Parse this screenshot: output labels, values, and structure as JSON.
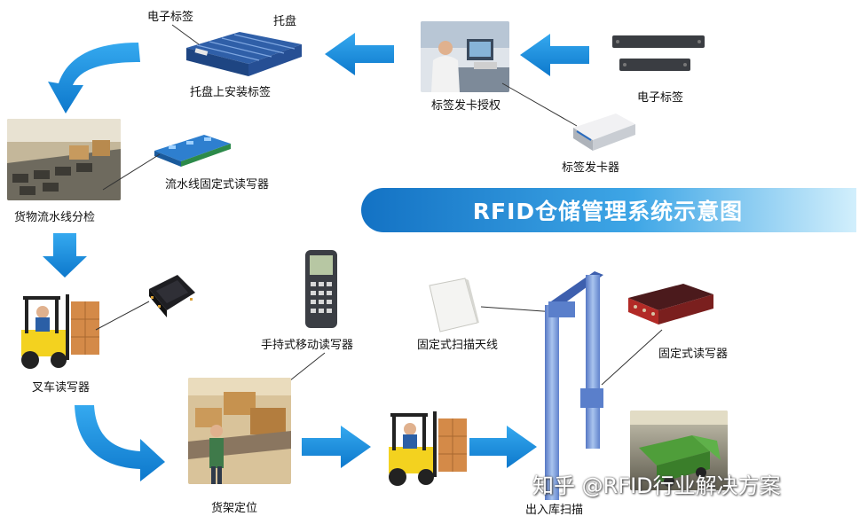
{
  "title": "RFID仓储管理系统示意图",
  "labels": {
    "tag_top": "电子标签",
    "pallet": "托盘",
    "pallet_install": "托盘上安装标签",
    "issue_auth": "标签发卡授权",
    "tag_right": "电子标签",
    "issuer": "标签发卡器",
    "conveyor_reader": "流水线固定式读写器",
    "conveyor_sort": "货物流水线分检",
    "handheld": "手持式移动读写器",
    "antenna": "固定式扫描天线",
    "fixed_reader": "固定式读写器",
    "forklift_reader": "叉车读写器",
    "shelf": "货架定位",
    "gate_scan": "出入库扫描"
  },
  "watermark": "知乎 @RFID行业解决方案",
  "colors": {
    "arrow": "#1a8fdf",
    "banner_dark": "#1578c6",
    "banner_light": "#bfe7fb",
    "gate": "#6c8fd2"
  }
}
